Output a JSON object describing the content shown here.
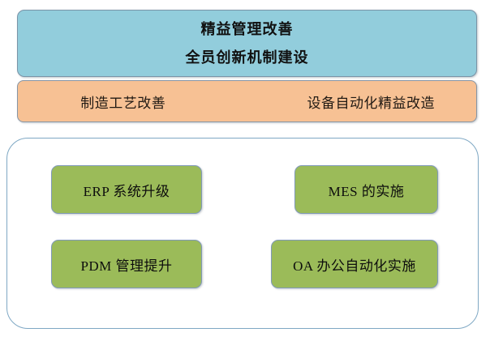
{
  "diagram": {
    "title_banner": {
      "background_color": "#92CDDC",
      "lines": [
        "精益管理改善",
        "全员创新机制建设"
      ]
    },
    "initiative_strip": {
      "background_color": "#F7C194",
      "items": [
        "制造工艺改善",
        "设备自动化精益改造"
      ]
    },
    "project_container": {
      "border_color": "#7FA8C4",
      "cards": [
        {
          "label": "ERP 系统升级",
          "color": "#9BBB59"
        },
        {
          "label": "MES 的实施",
          "color": "#9BBB59"
        },
        {
          "label": "PDM 管理提升",
          "color": "#9BBB59"
        },
        {
          "label": "OA 办公自动化实施",
          "color": "#9BBB59"
        }
      ]
    }
  }
}
